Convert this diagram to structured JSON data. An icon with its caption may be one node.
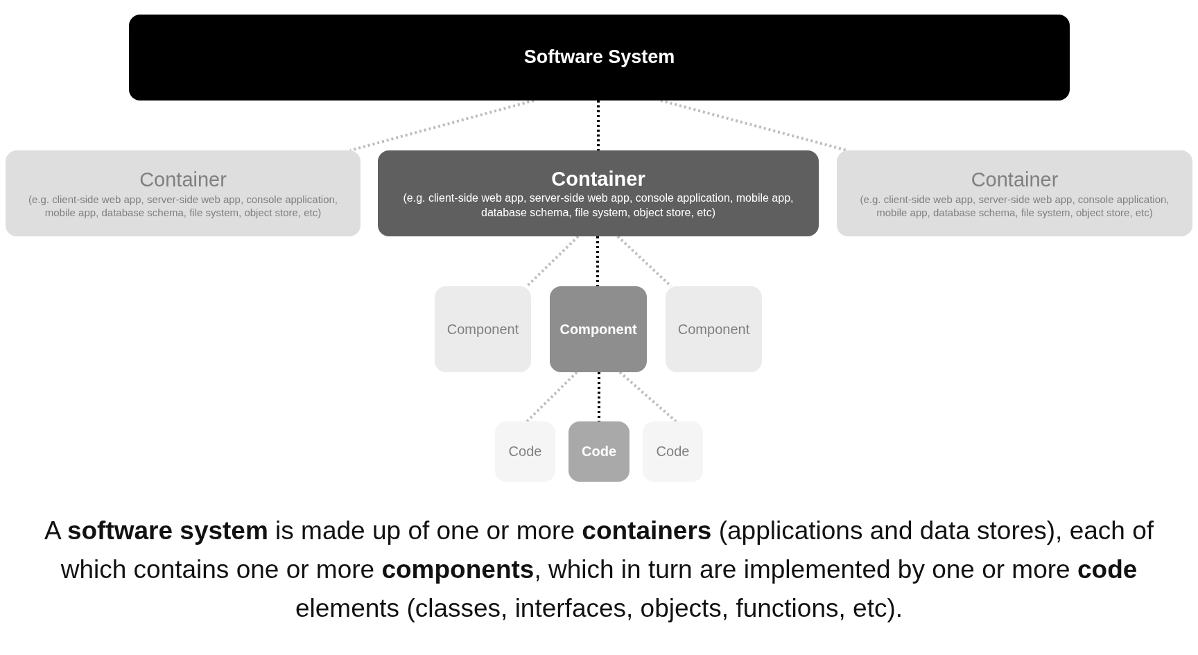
{
  "diagram": {
    "caption": "A **software system** is made up of one or more **containers** (applications and data stores), each of which contains one or more **components**, which in turn are implemented by one or more **code** elements (classes, interfaces, objects, functions, etc).",
    "nodes": [
      {
        "text": [
          "Software System"
        ]
      },
      {
        "text": [
          "Container",
          "(e.g. client-side web app, server-side web app, console application, mobile app, database schema, file system, object store, etc)"
        ]
      },
      {
        "text": [
          "Container",
          "(e.g. client-side web app, server-side web app, console application, mobile app, database schema, file system, object store, etc)"
        ]
      },
      {
        "text": [
          "Container",
          "(e.g. client-side web app, server-side web app, console application, mobile app, database schema, file system, object store, etc)"
        ]
      },
      {
        "text": [
          "Component"
        ]
      },
      {
        "text": [
          "Component"
        ]
      },
      {
        "text": [
          "Component"
        ]
      },
      {
        "text": [
          "Code"
        ]
      },
      {
        "text": [
          "Code"
        ]
      },
      {
        "text": [
          "Code"
        ]
      }
    ],
    "edges": [
      {
        "from": 0,
        "to": 1,
        "arrow": "none",
        "style": "dashed"
      },
      {
        "from": 0,
        "to": 2,
        "arrow": "none",
        "style": "dashed",
        "color": "#000000"
      },
      {
        "from": 0,
        "to": 3,
        "arrow": "none",
        "style": "dashed"
      },
      {
        "from": 2,
        "to": 4,
        "arrow": "none",
        "style": "dashed"
      },
      {
        "from": 2,
        "to": 5,
        "arrow": "none",
        "style": "dashed",
        "color": "#000000"
      },
      {
        "from": 2,
        "to": 6,
        "arrow": "none",
        "style": "dashed"
      },
      {
        "from": 5,
        "to": 7,
        "arrow": "none",
        "style": "dashed"
      },
      {
        "from": 5,
        "to": 8,
        "arrow": "none",
        "style": "dashed",
        "color": "#000000"
      },
      {
        "from": 5,
        "to": 9,
        "arrow": "none",
        "style": "dashed"
      }
    ]
  }
}
